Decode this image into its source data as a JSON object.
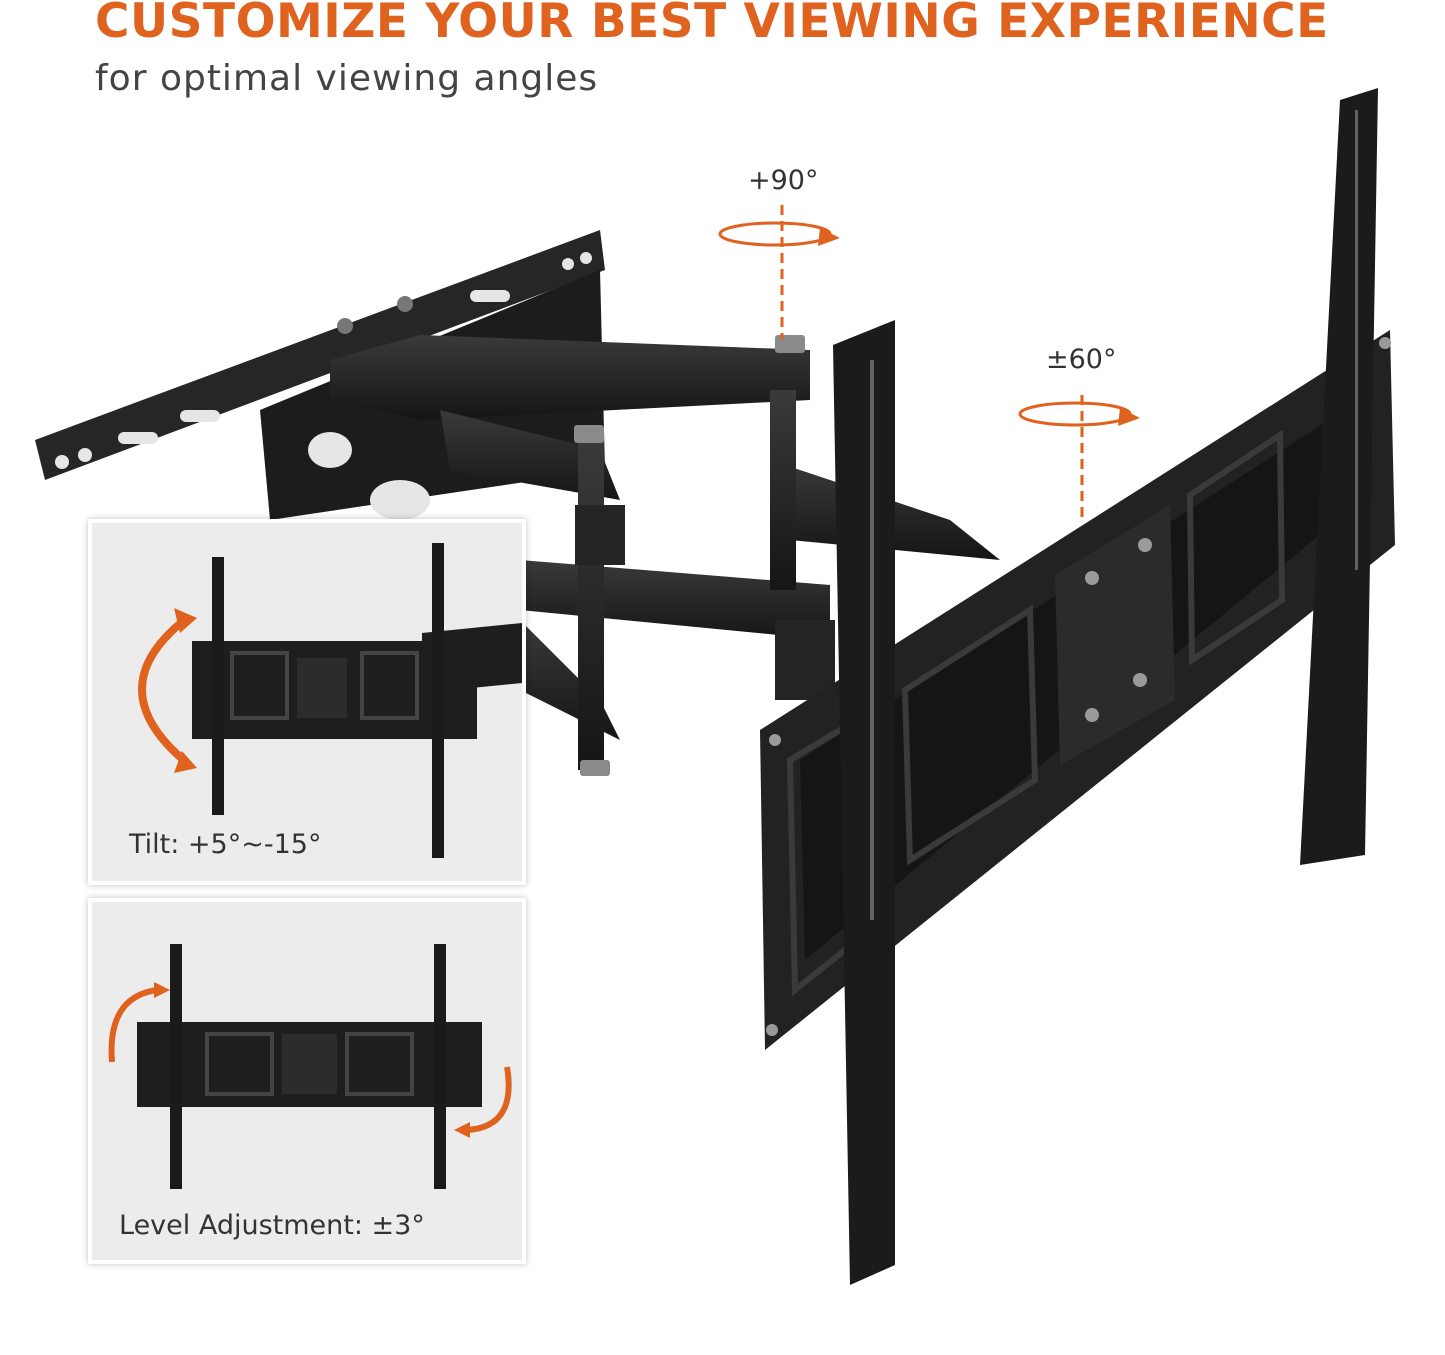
{
  "headline": "CUSTOMIZE YOUR BEST VIEWING EXPERIENCE",
  "subheadline": "for optimal viewing angles",
  "rotation_labels": {
    "swivel_arm": "+90°",
    "swivel_head": "±60°"
  },
  "insets": {
    "tilt": {
      "caption": "Tilt: +5°~-15°"
    },
    "level": {
      "caption": "Level Adjustment: ±3°"
    }
  },
  "colors": {
    "accent": "#e0621f",
    "metal": "#1e1e1e",
    "inset_background": "#ececec"
  }
}
